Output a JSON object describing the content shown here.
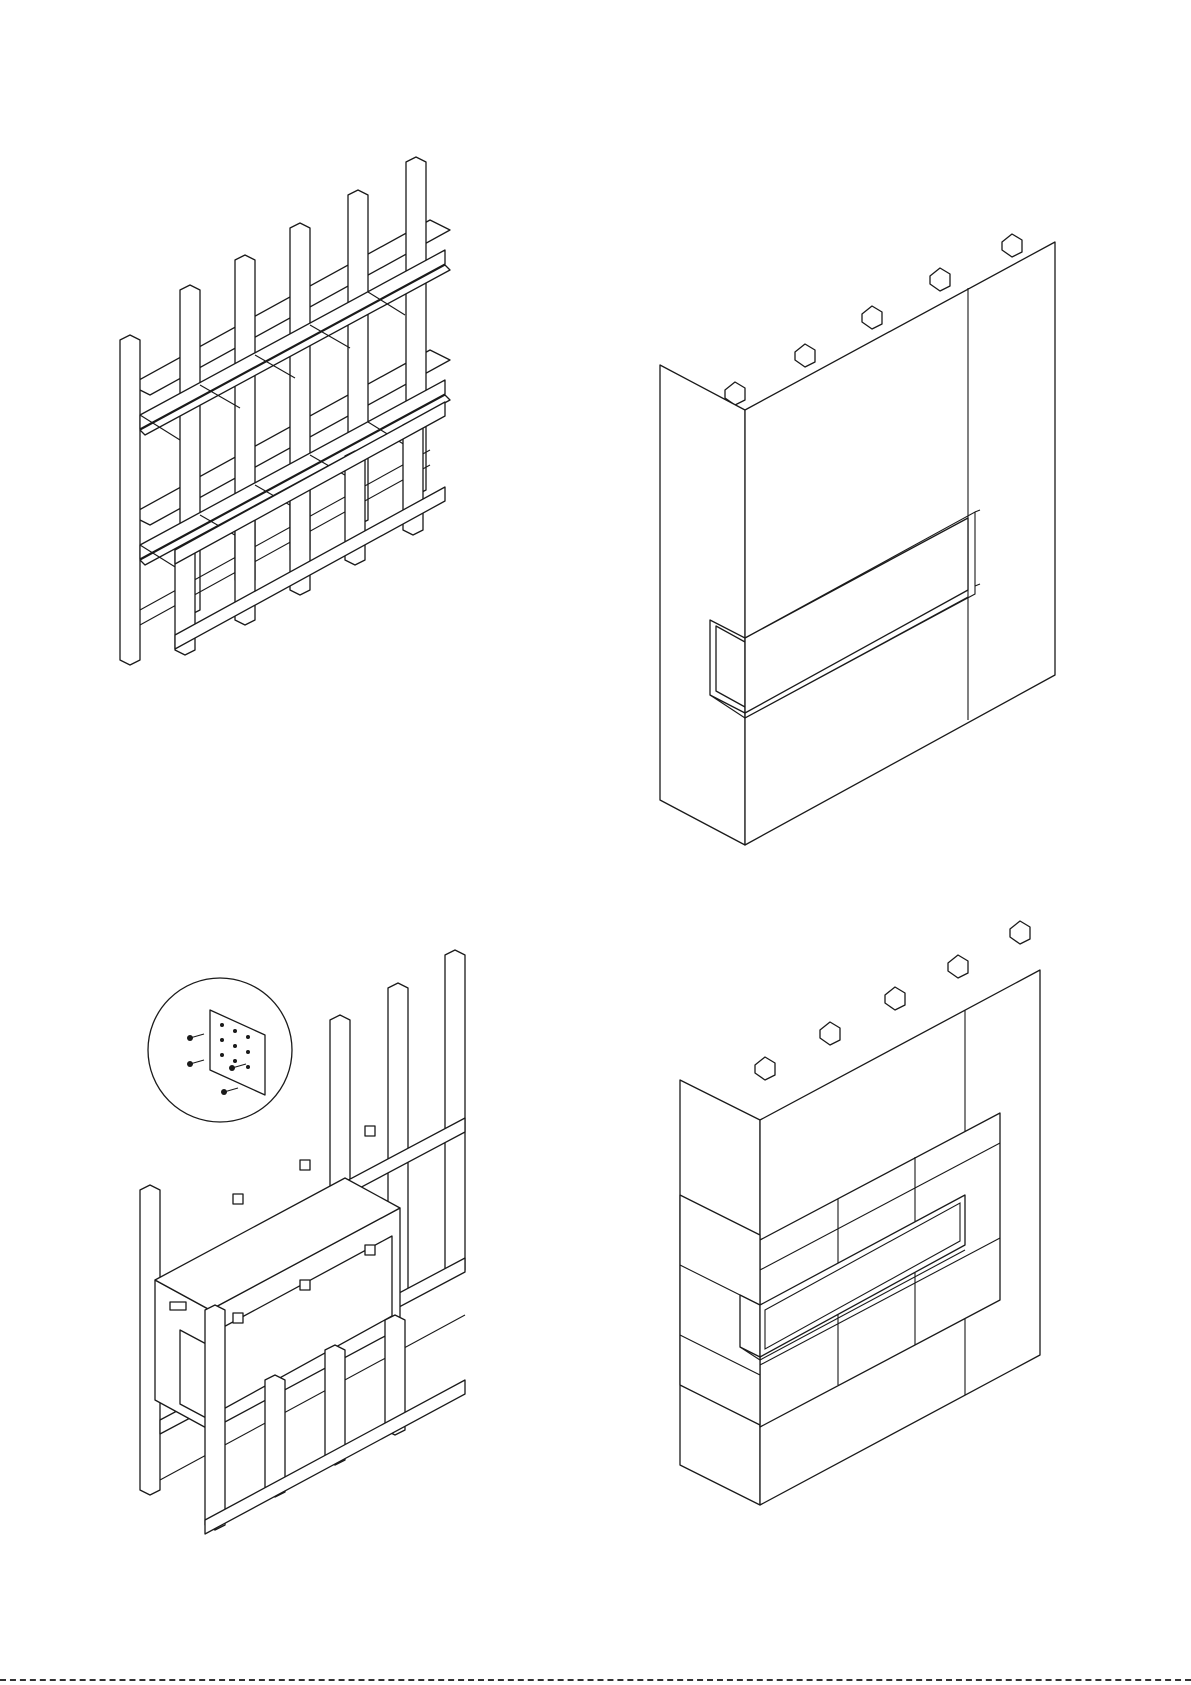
{
  "illustration": {
    "panels": [
      {
        "id": "framing-structure",
        "description_key": "stud-frame"
      },
      {
        "id": "finished-board-wall",
        "description_key": "boarded-wall"
      },
      {
        "id": "frame-with-firebox",
        "description_key": "firebox-installed"
      },
      {
        "id": "tiled-wall",
        "description_key": "tiled-finish"
      }
    ],
    "palette": {
      "line": "#1a1a1a",
      "paper": "#ffffff"
    },
    "icons": [
      "screw-icon",
      "mounting-bracket-icon"
    ]
  }
}
